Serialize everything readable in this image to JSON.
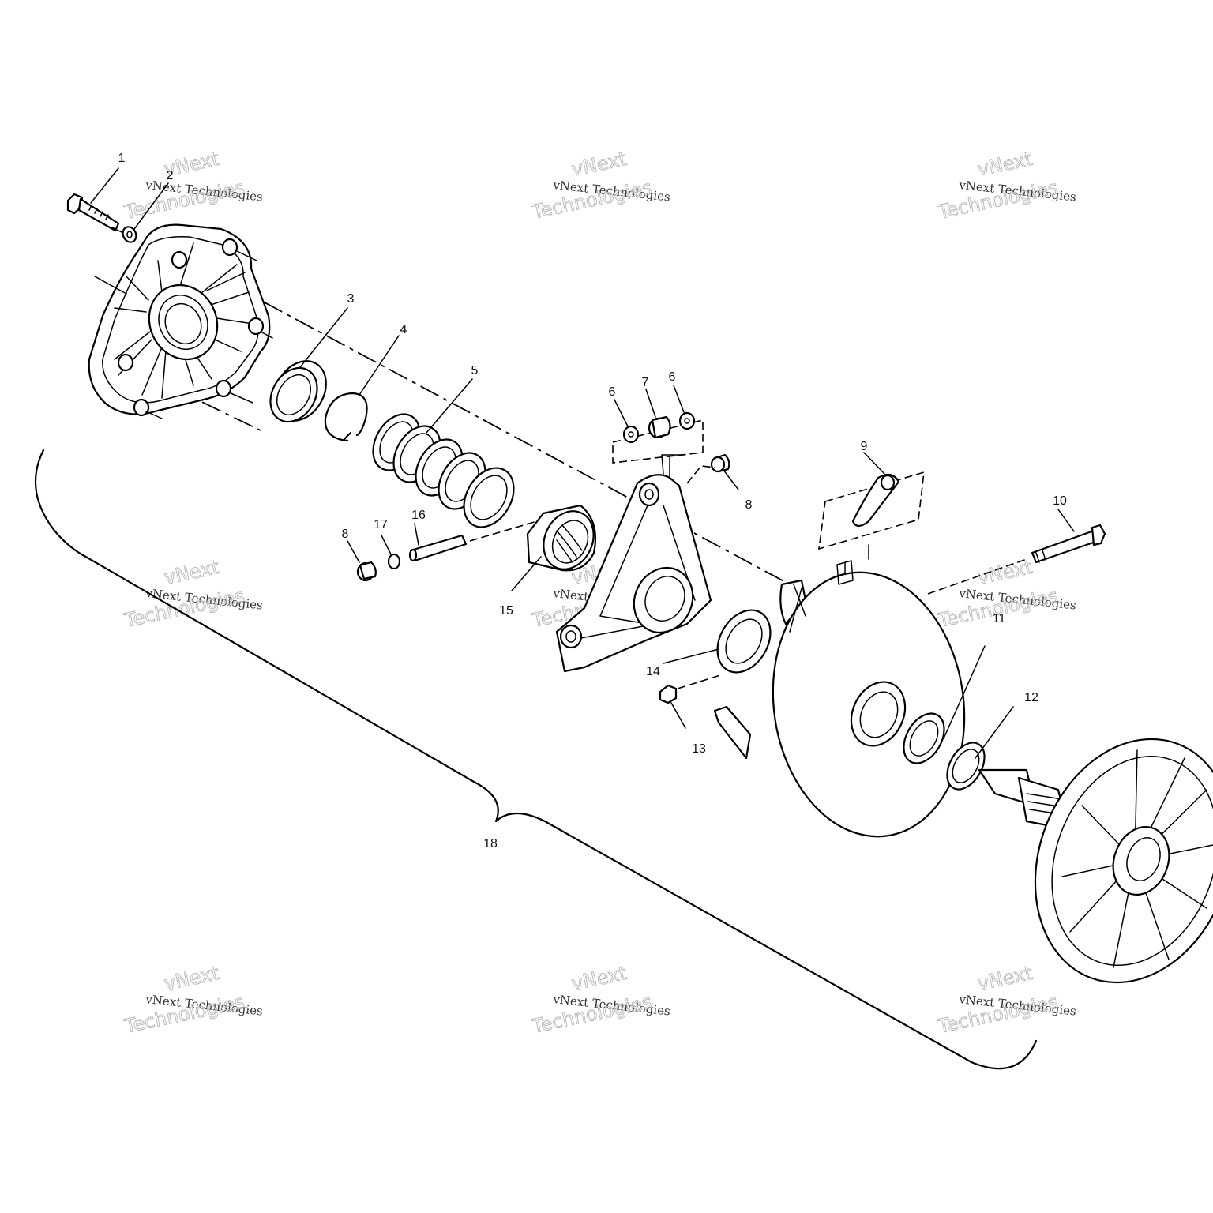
{
  "callouts": [
    {
      "id": "c1",
      "text": "1"
    },
    {
      "id": "c2",
      "text": "2"
    },
    {
      "id": "c3",
      "text": "3"
    },
    {
      "id": "c4",
      "text": "4"
    },
    {
      "id": "c5",
      "text": "5"
    },
    {
      "id": "c6a",
      "text": "6"
    },
    {
      "id": "c7",
      "text": "7"
    },
    {
      "id": "c6b",
      "text": "6"
    },
    {
      "id": "c8a",
      "text": "8"
    },
    {
      "id": "c9",
      "text": "9"
    },
    {
      "id": "c10",
      "text": "10"
    },
    {
      "id": "c8b",
      "text": "8"
    },
    {
      "id": "c17",
      "text": "17"
    },
    {
      "id": "c16",
      "text": "16"
    },
    {
      "id": "c15",
      "text": "15"
    },
    {
      "id": "c14",
      "text": "14"
    },
    {
      "id": "c11",
      "text": "11"
    },
    {
      "id": "c12",
      "text": "12"
    },
    {
      "id": "c13",
      "text": "13"
    },
    {
      "id": "c18",
      "text": "18"
    }
  ],
  "watermark": {
    "line1": "vNext Technologies",
    "line2": "vNext",
    "line3": "Technologies"
  }
}
